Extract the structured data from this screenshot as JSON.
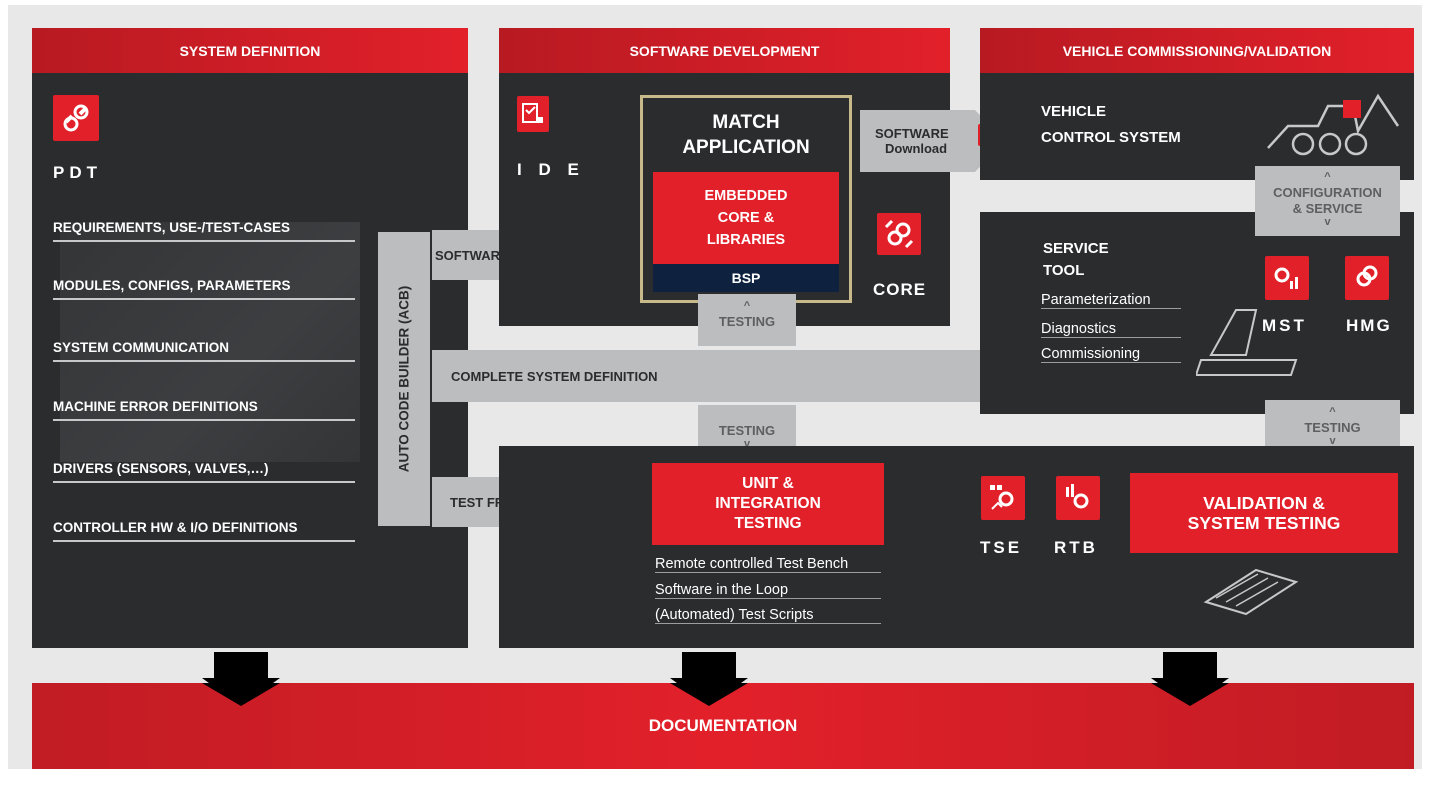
{
  "sections": {
    "system_definition": "SYSTEM DEFINITION",
    "software_development": "SOFTWARE DEVELOPMENT",
    "vehicle_commissioning": "VEHICLE COMMISSIONING/VALIDATION"
  },
  "pdt": {
    "label": "PDT",
    "items": [
      "REQUIREMENTS, USE-/TEST-CASES",
      "MODULES, CONFIGS, PARAMETERS",
      "SYSTEM COMMUNICATION",
      "MACHINE ERROR DEFINITIONS",
      "DRIVERS (SENSORS, VALVES,…)",
      "CONTROLLER HW & I/O DEFINITIONS"
    ]
  },
  "acb_label": "AUTO CODE BUILDER (ACB)",
  "arrows": {
    "software_frame": "SOFTWARE FRAME",
    "complete_system_definition": "COMPLETE SYSTEM DEFINITION",
    "test_frame": "TEST FRAME",
    "software_download_line1": "SOFTWARE",
    "software_download_line2": "Download"
  },
  "ide_label": "I D E",
  "core_label": "CORE",
  "match_app": {
    "title_line1": "MATCH",
    "title_line2": "APPLICATION",
    "embedded": "EMBEDDED CORE & LIBRARIES",
    "bsp": "BSP"
  },
  "testing": {
    "caret_up": "^",
    "caret_down": "v",
    "label": "TESTING"
  },
  "vehicle_control": {
    "line1": "VEHICLE",
    "line2": "CONTROL SYSTEM"
  },
  "config_service": {
    "line1": "CONFIGURATION",
    "line2": "& SERVICE"
  },
  "service_tool": {
    "line1": "SERVICE",
    "line2": "TOOL",
    "items": [
      "Parameterization",
      "Diagnostics",
      "Commissioning"
    ],
    "mst": "MST",
    "hmg": "HMG"
  },
  "unit_testing": {
    "title": "UNIT & INTEGRATION TESTING",
    "items": [
      "Remote controlled Test Bench",
      "Software in the Loop",
      "(Automated) Test Scripts"
    ]
  },
  "tse_label": "TSE",
  "rtb_label": "RTB",
  "validation": "VALIDATION & SYSTEM TESTING",
  "documentation": "DOCUMENTATION",
  "colors": {
    "red": "#e2202a",
    "dark_red": "#b81a22",
    "panel": "#2a2c2e",
    "arrow_grey": "#bcbdbf",
    "navy": "#0e2240",
    "gold": "#c8b98a"
  }
}
